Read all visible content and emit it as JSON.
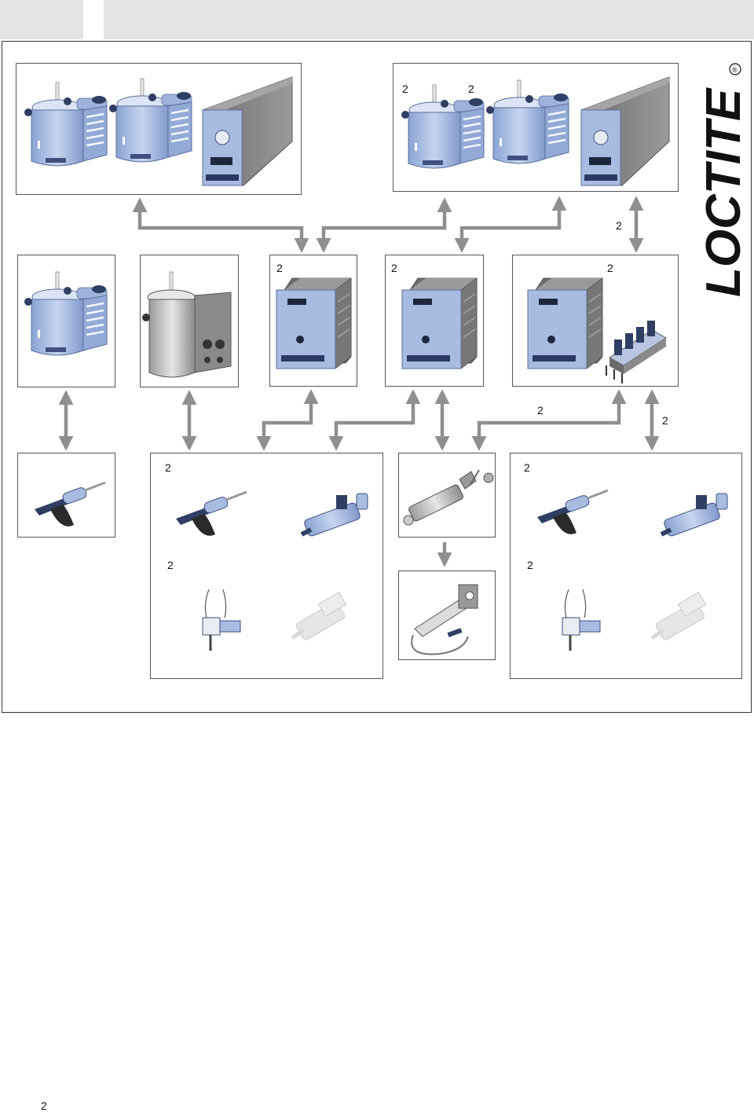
{
  "brand": {
    "logo_text": "LOCTITE",
    "registered_mark": "®"
  },
  "labels": {
    "top_right_1": "2",
    "top_right_2": "2",
    "reservoir_link": "2",
    "ctrl_a": "2",
    "ctrl_b": "2",
    "ctrl_c": "2",
    "ctrl_c_out": "2",
    "ctrl_c_out2": "2",
    "valves_a": "2",
    "valves_b": "2",
    "valves_a_lower": "2",
    "valves_b_lower": "2"
  },
  "page_number": "2",
  "colors": {
    "arrow": "#8f8f8f",
    "equipment_blue": "#a9bde0",
    "equipment_blue_dark": "#6c84b8",
    "controller_gray": "#7e7e7e",
    "header_gray": "#e3e3e3"
  }
}
